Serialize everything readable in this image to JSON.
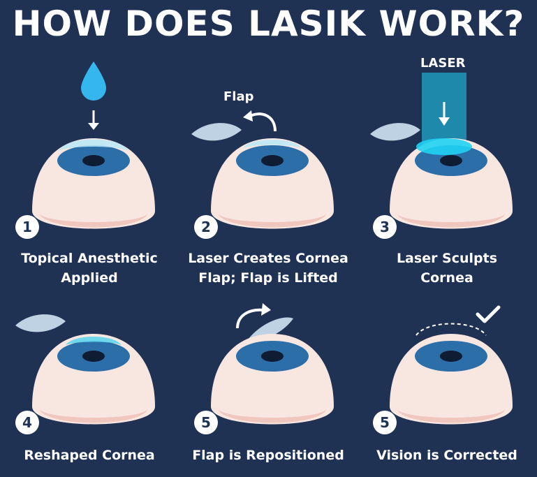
{
  "title": "HOW DOES LASIK WORK?",
  "colors": {
    "background": "#1f3254",
    "eye_skin": "#f8e6e1",
    "iris": "#2b6ea8",
    "pupil": "#0f1c33",
    "cornea": "#b9e8f7",
    "laser": "#1fd1f2",
    "text": "#ffffff"
  },
  "steps": [
    {
      "number": "1",
      "caption_line1": "Topical Anesthetic",
      "caption_line2": "Applied",
      "icon": "droplet-icon"
    },
    {
      "number": "2",
      "caption_line1": "Laser Creates Cornea",
      "caption_line2": "Flap; Flap is Lifted",
      "annotation": "Flap",
      "icon": "curved-arrow-icon"
    },
    {
      "number": "3",
      "caption_line1": "Laser Sculpts",
      "caption_line2": "Cornea",
      "annotation": "LASER",
      "icon": "laser-beam-icon"
    },
    {
      "number": "4",
      "caption_line1": "Reshaped Cornea",
      "caption_line2": "",
      "icon": "cornea-flap-icon"
    },
    {
      "number": "5",
      "caption_line1": "Flap is Repositioned",
      "caption_line2": "",
      "icon": "curved-arrow-icon"
    },
    {
      "number": "5",
      "caption_line1": "Vision is Corrected",
      "caption_line2": "",
      "icon": "checkmark-icon"
    }
  ]
}
